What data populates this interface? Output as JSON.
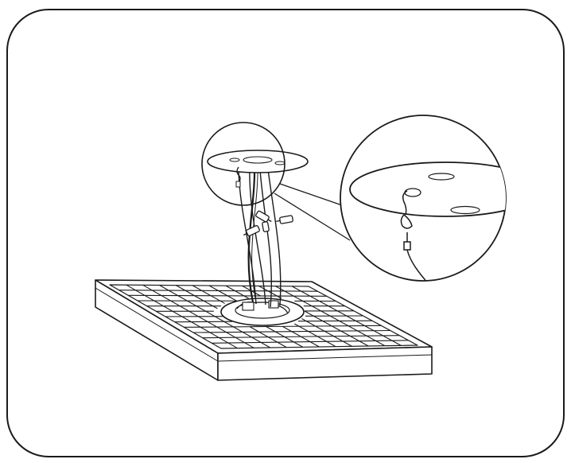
{
  "diagram": {
    "stroke_color": "#1a1a1a",
    "background_color": "#ffffff",
    "parts": [
      "rounded-frame",
      "ceiling-plate",
      "suspension-cables",
      "power-cord",
      "wire-connectors",
      "square-grid-panel",
      "central-hub",
      "detail-magnifier-circle",
      "detail-callout-circle",
      "detail-ceiling-plate",
      "detail-hook"
    ]
  }
}
